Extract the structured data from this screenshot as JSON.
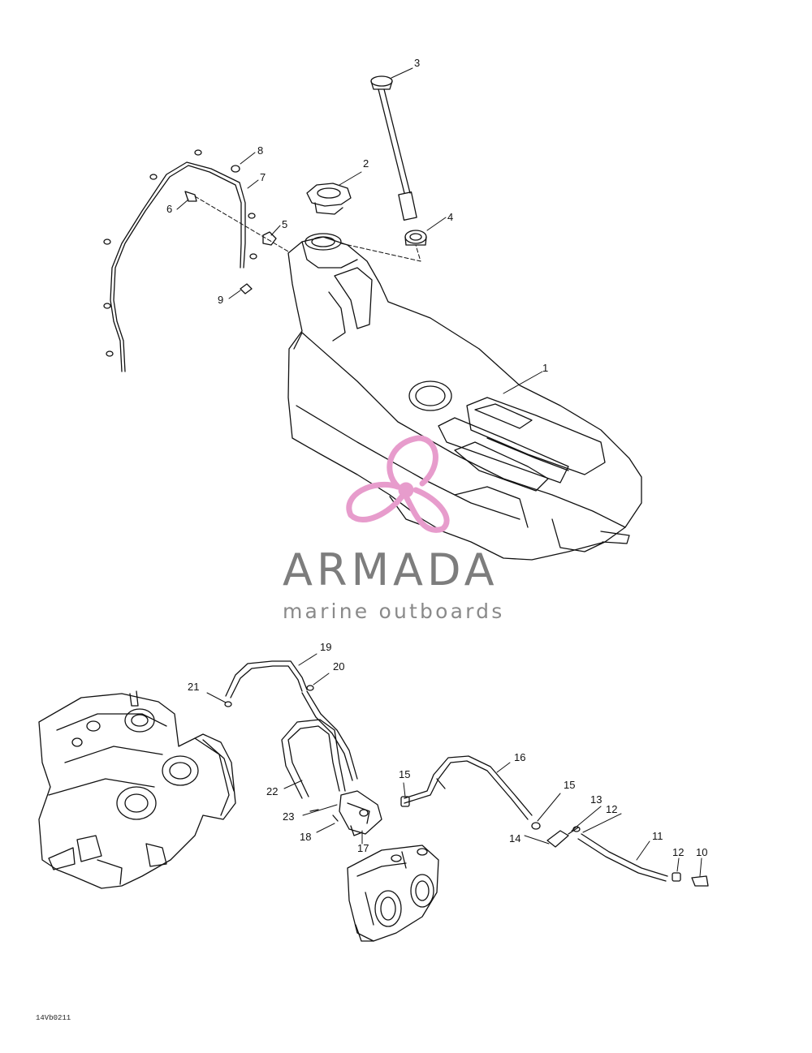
{
  "diagram": {
    "callouts": [
      {
        "id": "1",
        "label": "1"
      },
      {
        "id": "2",
        "label": "2"
      },
      {
        "id": "3",
        "label": "3"
      },
      {
        "id": "4",
        "label": "4"
      },
      {
        "id": "5",
        "label": "5"
      },
      {
        "id": "6",
        "label": "6"
      },
      {
        "id": "7",
        "label": "7"
      },
      {
        "id": "8",
        "label": "8"
      },
      {
        "id": "9",
        "label": "9"
      },
      {
        "id": "10",
        "label": "10"
      },
      {
        "id": "11",
        "label": "11"
      },
      {
        "id": "12a",
        "label": "12"
      },
      {
        "id": "12b",
        "label": "12"
      },
      {
        "id": "13",
        "label": "13"
      },
      {
        "id": "14",
        "label": "14"
      },
      {
        "id": "15a",
        "label": "15"
      },
      {
        "id": "15b",
        "label": "15"
      },
      {
        "id": "16",
        "label": "16"
      },
      {
        "id": "17",
        "label": "17"
      },
      {
        "id": "18",
        "label": "18"
      },
      {
        "id": "19",
        "label": "19"
      },
      {
        "id": "20",
        "label": "20"
      },
      {
        "id": "21",
        "label": "21"
      },
      {
        "id": "22",
        "label": "22"
      },
      {
        "id": "23",
        "label": "23"
      }
    ],
    "drawing_code": "14Vb0211"
  },
  "watermark": {
    "brand": "ARMADA",
    "tagline": "marine outboards",
    "logo_color": "#e79ccc",
    "text_color": "#7d7d7d"
  }
}
